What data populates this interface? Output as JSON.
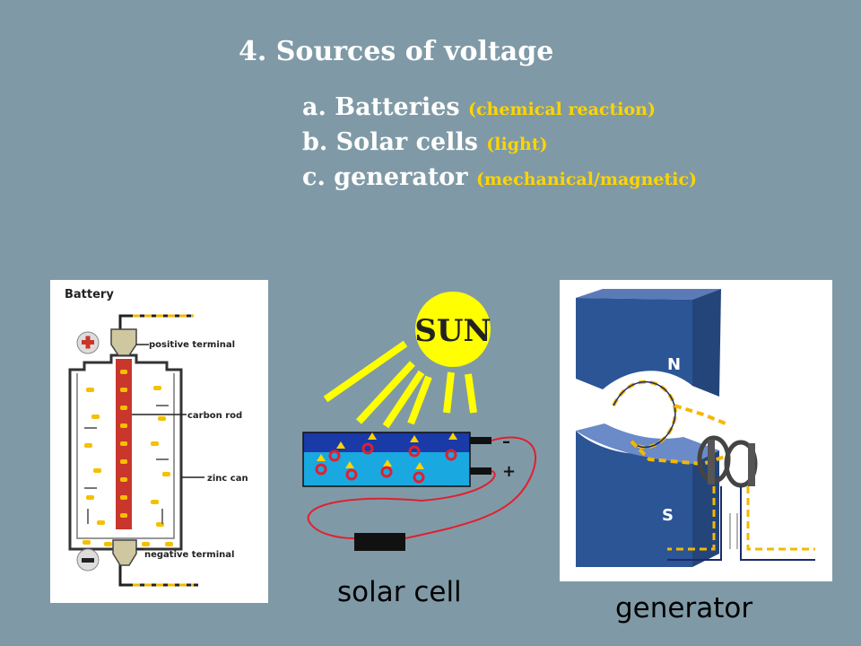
{
  "slide": {
    "title": "4.  Sources of voltage",
    "items": [
      {
        "label": "a.  Batteries ",
        "note": "(chemical reaction)"
      },
      {
        "label": "b.  Solar cells ",
        "note": "(light)"
      },
      {
        "label": "c.  generator ",
        "note": "(mechanical/magnetic)"
      }
    ],
    "colors": {
      "background": "#7f9aa6",
      "note": "#ffd400",
      "heading": "#ffffff"
    }
  },
  "battery_diagram": {
    "heading": "Battery",
    "labels": {
      "positive": "positive terminal",
      "carbon": "carbon rod",
      "zinc": "zinc can",
      "negative": "negative terminal"
    },
    "plus_icon": "plus-icon",
    "minus_icon": "minus-icon"
  },
  "solar_diagram": {
    "sun_label": "SUN",
    "minus": "–",
    "plus": "+",
    "caption": "solar cell"
  },
  "generator_diagram": {
    "north": "N",
    "south": "S",
    "caption": "generator"
  }
}
